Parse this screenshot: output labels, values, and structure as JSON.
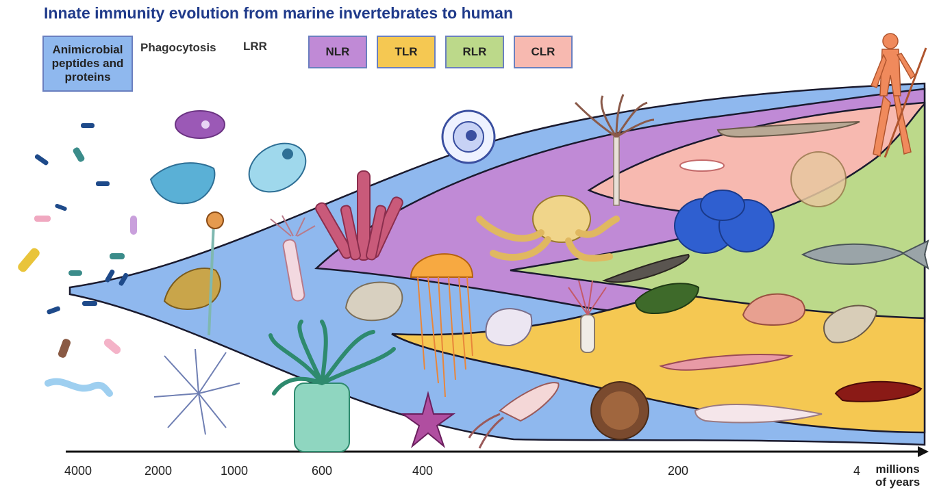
{
  "title": "Innate immunity  evolution from marine invertebrates to human",
  "legend": [
    {
      "key": "amp",
      "label": "Animicrobial peptides and proteins",
      "color": "#8fb8ee"
    },
    {
      "key": "phagocytosis",
      "label": "Phagocytosis"
    },
    {
      "key": "lrr",
      "label": "LRR"
    },
    {
      "key": "nlr",
      "label": "NLR",
      "color": "#c08ad6"
    },
    {
      "key": "tlr",
      "label": "TLR",
      "color": "#f5c852"
    },
    {
      "key": "rlr",
      "label": "RLR",
      "color": "#bcd98a"
    },
    {
      "key": "clr",
      "label": "CLR",
      "color": "#f7b9b0"
    }
  ],
  "axis": {
    "ticks": [
      "4000",
      "2000",
      "1000",
      "600",
      "400",
      "200",
      "4"
    ],
    "units_line1": "millions",
    "units_line2": "of years"
  },
  "organisms": [
    "bacteria-icon",
    "amoeba-icon",
    "ciliate-icon",
    "radiolarian-icon",
    "foraminifera-icon",
    "sponge-coral-icon",
    "sea-anemone-icon",
    "hydra-icon",
    "jellyfish-icon",
    "oyster-icon",
    "scallop-icon",
    "starfish-icon",
    "squid-icon",
    "octopus-icon",
    "sea-urchin-icon",
    "crinoid-icon",
    "blue-sponge-icon",
    "mussel-icon",
    "newt-icon",
    "lancelet-icon",
    "axolotl-icon",
    "lamprey-icon",
    "fish-icon",
    "cuttlefish-icon",
    "sea-cucumber-icon",
    "sea-slug-icon",
    "human-icon"
  ]
}
